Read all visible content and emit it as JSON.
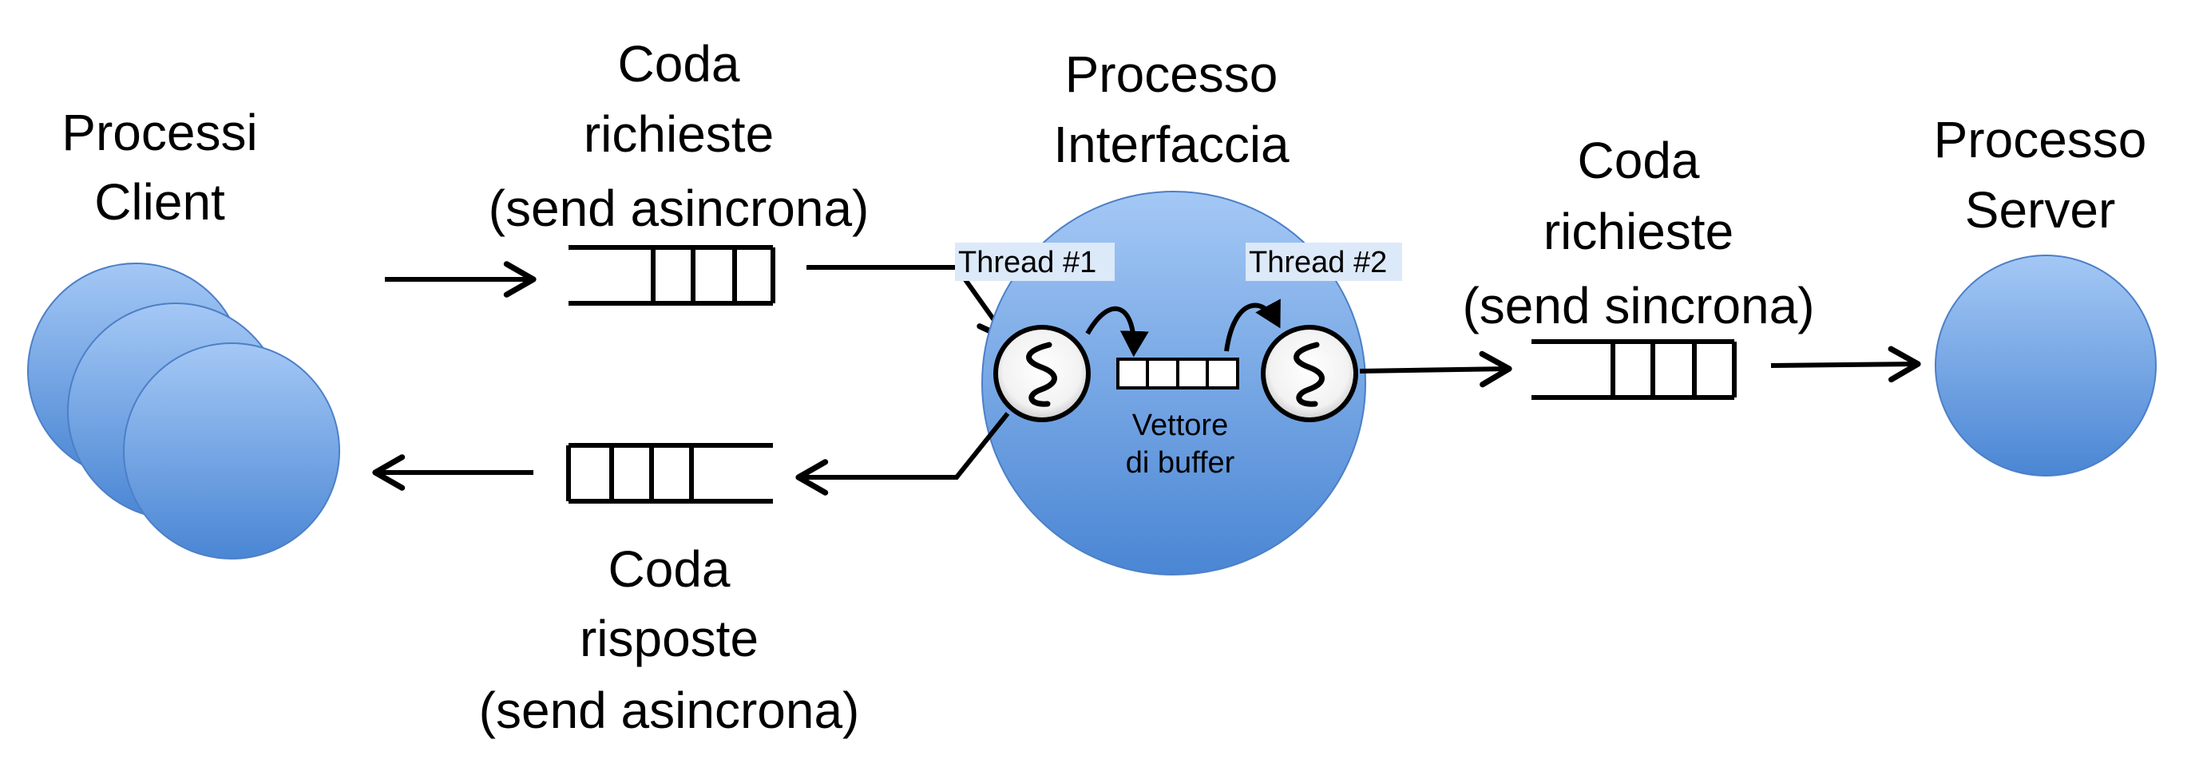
{
  "labels": {
    "clients": [
      "Processi",
      "Client"
    ],
    "request_queue_async": [
      "Coda",
      "richieste",
      "(send asincrona)"
    ],
    "interface": [
      "Processo",
      "Interfaccia"
    ],
    "request_queue_sync": [
      "Coda",
      "richieste",
      "(send sincrona)"
    ],
    "server": [
      "Processo",
      "Server"
    ],
    "response_queue": [
      "Coda",
      "risposte",
      "(send asincrona)"
    ],
    "thread1": "Thread #1",
    "thread2": "Thread #2",
    "buffer_vector": [
      "Vettore",
      "di buffer"
    ]
  },
  "colors": {
    "circle_fill_top": "#a4c8f5",
    "circle_fill_bottom": "#4a86d4",
    "thread_label_bg": "#dce9f9",
    "stroke": "#000000"
  }
}
